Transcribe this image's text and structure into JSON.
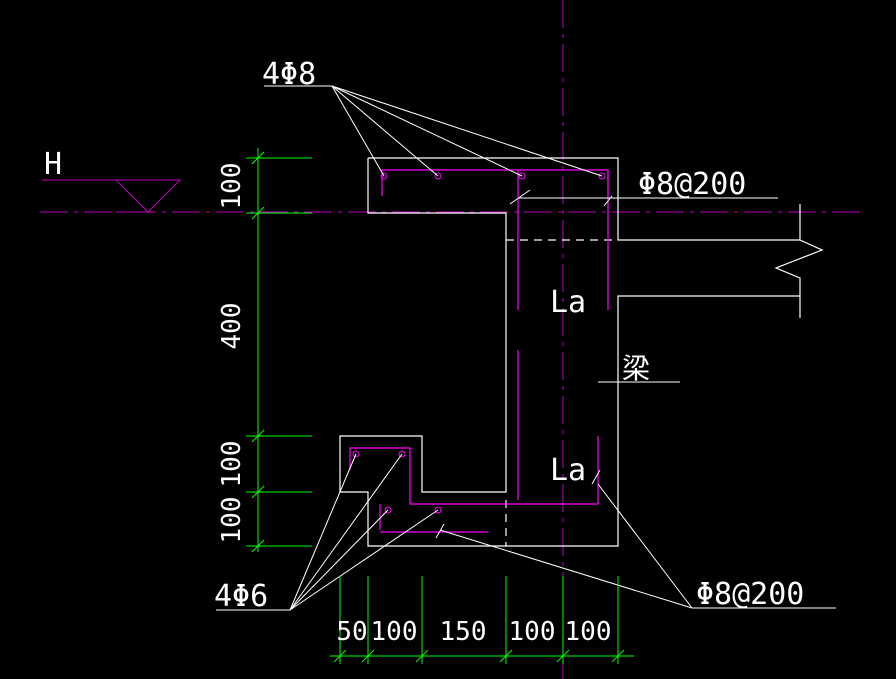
{
  "labels": {
    "top_bars": "4Φ8",
    "level_marker": "H",
    "top_stirrups": "Φ8@200",
    "la_upper": "La",
    "beam": "梁",
    "la_lower": "La",
    "bottom_bars": "4Φ6",
    "bottom_stirrups": "Φ8@200"
  },
  "vertical_dims": [
    "100",
    "400",
    "100",
    "100"
  ],
  "horizontal_dims": [
    "50",
    "100",
    "150",
    "100",
    "100"
  ],
  "colors": {
    "background": "#000000",
    "outline": "#ffffff",
    "rebar": "#ff00ff",
    "centerline": "#c000c0",
    "dimension": "#00ff00",
    "hatch": "#00ff00"
  }
}
